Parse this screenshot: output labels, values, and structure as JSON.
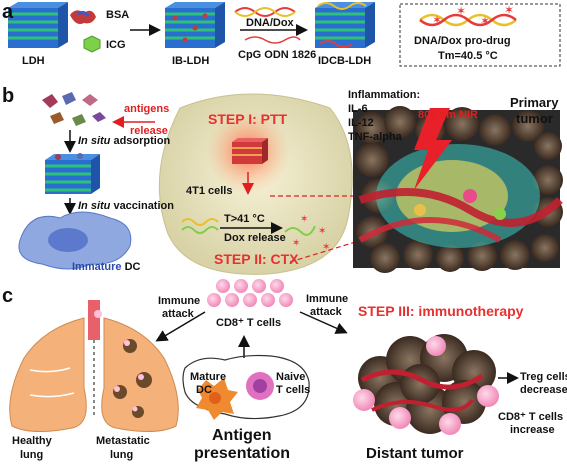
{
  "panels": {
    "a": "a",
    "b": "b",
    "c": "c"
  },
  "panel_a": {
    "bsa": "BSA",
    "icg": "ICG",
    "ldh": "LDH",
    "ib_ldh": "IB-LDH",
    "dna_dox": "DNA/Dox",
    "cpg": "CpG ODN 1826",
    "idcb_ldh": "IDCB-LDH",
    "prodrug": "DNA/Dox pro-drug",
    "tm": "Tm=40.5 °C"
  },
  "panel_b": {
    "antigens": "antigens",
    "release": "release",
    "insitu_ads_1": "In situ",
    "insitu_ads_2": " adsorption",
    "insitu_vac_1": "In situ",
    "insitu_vac_2": " vaccination",
    "immature_dc_1": "Immature",
    "immature_dc_2": " DC",
    "step1": "STEP I: PTT",
    "cells_4t1": "4T1 cells",
    "temp": "T>41 °C",
    "dox_release": "Dox release",
    "step2": "STEP II: CTX",
    "inflammation": "Inflammation:",
    "il6": "IL-6",
    "il12": "IL-12",
    "tnf": "TNF-alpha",
    "nir": "808 nm NIR",
    "primary_1": "Primary",
    "primary_2": "tumor"
  },
  "panel_c": {
    "immune_attack_l1": "Immune",
    "immune_attack_l2": "attack",
    "cd8_tcells": "CD8⁺ T cells",
    "immune_attack_r1": "Immune",
    "immune_attack_r2": "attack",
    "step3": "STEP III: immunotherapy",
    "mature_dc_1": "Mature",
    "mature_dc_2": "DC",
    "naive_1": "Naive",
    "naive_2": "T cells",
    "antigen_1": "Antigen",
    "antigen_2": "presentation",
    "healthy_1": "Healthy",
    "healthy_2": "lung",
    "meta_1": "Metastatic",
    "meta_2": "lung",
    "treg_1": "Treg cells",
    "treg_2": "decrease",
    "cd8_inc_1": "CD8⁺ T cells",
    "cd8_inc_2": "increase",
    "distant": "Distant tumor"
  },
  "colors": {
    "accent_red": "#e02020",
    "ldh_blue": "#2a6fd0",
    "ldh_green": "#2fc07a",
    "tumor_brown": "#5a3a2a",
    "lung": "#f4b27a"
  }
}
